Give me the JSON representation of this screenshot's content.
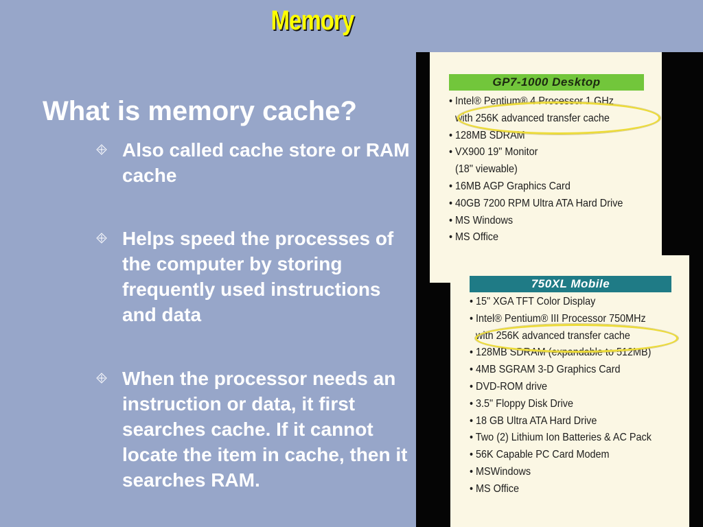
{
  "slide": {
    "title": "Memory",
    "heading": "What is memory cache?",
    "bullet_icon": "diamond-bullet-icon",
    "bullets": [
      "Also called cache store or RAM cache",
      "Helps speed the processes of the computer by storing frequently used instructions and data",
      "When the processor needs an instruction or data, it first searches cache. If it cannot locate the item in cache, then it searches RAM."
    ]
  },
  "ad": {
    "desktop": {
      "header": "GP7-1000 Desktop",
      "items": [
        "• Intel® Pentium® 4 Processor 1 GHz",
        "with 256K advanced transfer cache",
        "• 128MB SDRAM",
        "• VX900 19\" Monitor",
        "(18\" viewable)",
        "• 16MB AGP Graphics Card",
        "• 40GB 7200 RPM Ultra ATA Hard Drive",
        "• MS Windows",
        "• MS Office"
      ]
    },
    "mobile": {
      "header": "750XL Mobile",
      "items": [
        "• 15\" XGA TFT Color Display",
        "• Intel® Pentium® III Processor 750MHz",
        "with 256K advanced transfer cache",
        "• 128MB SDRAM (expandable to 512MB)",
        "• 4MB SGRAM 3-D Graphics Card",
        "• DVD-ROM drive",
        "• 3.5\" Floppy Disk Drive",
        "• 18 GB Ultra ATA Hard Drive",
        "• Two (2) Lithium Ion Batteries & AC Pack",
        "• 56K Capable PC Card Modem",
        "• MSWindows",
        "• MS Office"
      ]
    }
  },
  "colors": {
    "background": "#97a6c9",
    "title": "#ffff00",
    "text": "#ffffff",
    "desktop_header": "#72c63b",
    "mobile_header": "#1f7b86",
    "highlight_oval": "#ecdb3a"
  }
}
